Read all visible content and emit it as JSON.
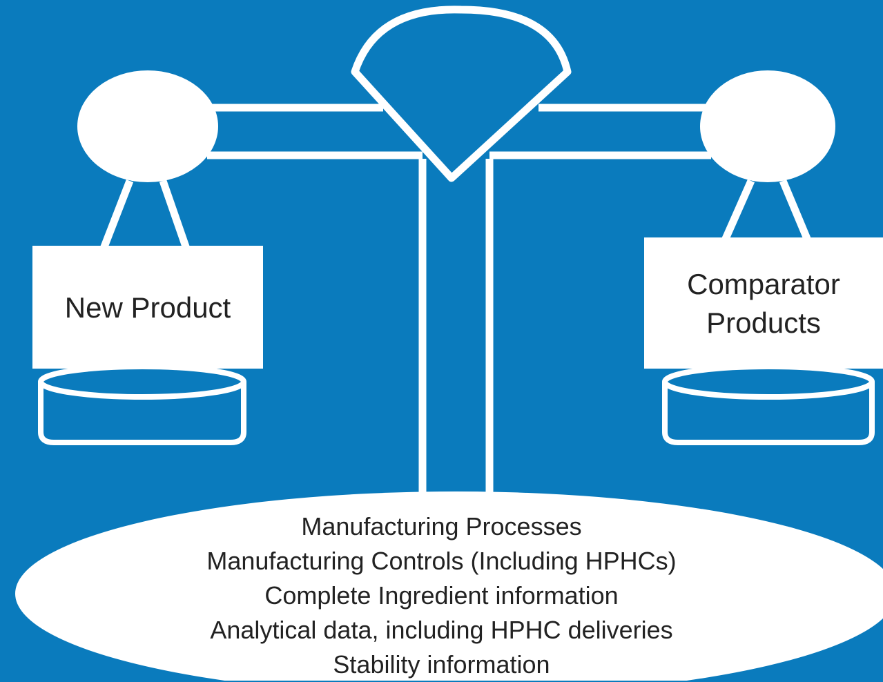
{
  "colors": {
    "background": "#0a7bbd",
    "shape_fill": "#ffffff",
    "text": "#222222"
  },
  "left_box": {
    "label": "New Product"
  },
  "right_box": {
    "label_line1": "Comparator",
    "label_line2": "Products"
  },
  "base": {
    "lines": [
      "Manufacturing Processes",
      "Manufacturing Controls (Including HPHCs)",
      "Complete Ingredient information",
      "Analytical data, including HPHC deliveries",
      "Stability information"
    ]
  }
}
